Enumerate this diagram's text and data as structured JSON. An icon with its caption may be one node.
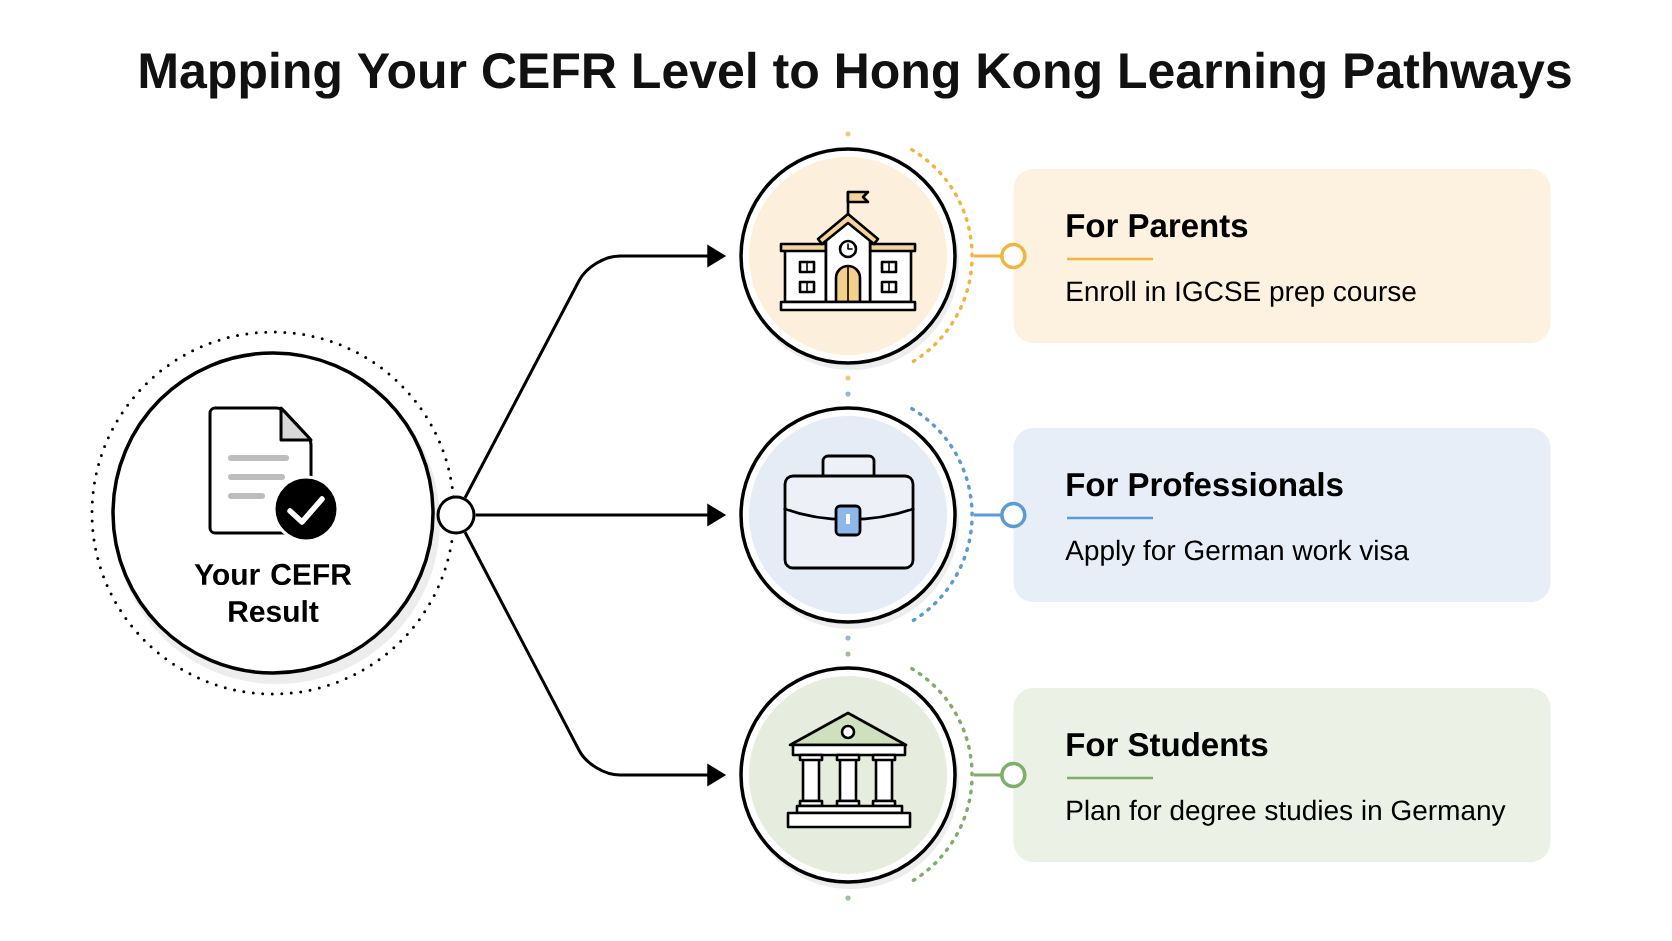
{
  "diagram": {
    "title": "Mapping Your CEFR Level to Hong Kong Learning Pathways",
    "nodes": [
      {
        "text": [
          "Your CEFR Result"
        ]
      },
      {
        "text": [],
        "shape": "circle"
      },
      {
        "text": [],
        "shape": "circle"
      },
      {
        "text": [],
        "shape": "circle"
      },
      {
        "text": [],
        "shape": "circle"
      },
      {
        "text": [
          "For Parents",
          "Enroll in IGCSE prep course"
        ]
      },
      {
        "text": [
          "For Professionals",
          "Apply for German work visa"
        ]
      },
      {
        "text": [
          "For Students",
          "Plan for degree studies in Germany"
        ]
      }
    ],
    "edges": [
      {
        "from": 1,
        "to": 2,
        "arrow": "to"
      },
      {
        "from": 1,
        "to": 3,
        "arrow": "to"
      },
      {
        "from": 1,
        "to": 4,
        "arrow": "to"
      },
      {
        "from": 2,
        "to": 5,
        "arrow": "other",
        "color": "#f3b43f"
      },
      {
        "from": 3,
        "to": 6,
        "arrow": "other",
        "color": "#5b9bd5"
      },
      {
        "from": 4,
        "to": 7,
        "arrow": "other",
        "color": "#7fad6a"
      }
    ]
  }
}
